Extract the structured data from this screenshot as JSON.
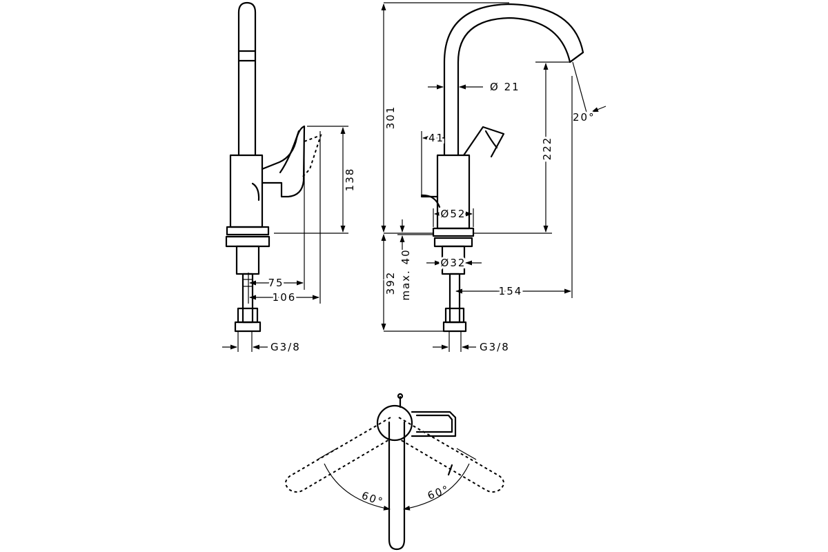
{
  "dimensions": {
    "side_height_138": "138",
    "side_reach_75": "75",
    "side_reach_106": "106",
    "side_thread": "G3/8",
    "front_height_301": "301",
    "front_spout_dia": "Ø 21",
    "front_spout_angle": "20°",
    "front_lever_41": "41",
    "front_outlet_222": "222",
    "front_base_dia": "Ø52",
    "front_max40": "max. 40",
    "front_shank_dia": "Ø32",
    "front_392": "392",
    "front_reach_154": "154",
    "front_thread": "G3/8"
  },
  "plan_view": {
    "left_angle": "60°",
    "right_angle": "60°"
  }
}
